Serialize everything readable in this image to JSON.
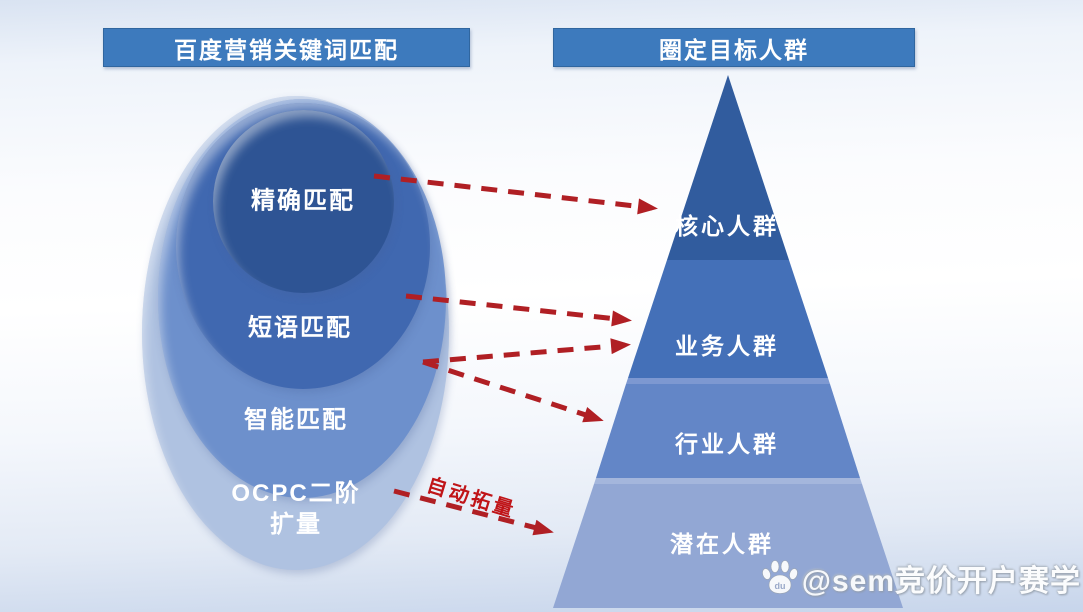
{
  "headers": {
    "left": "百度营销关键词匹配",
    "right": "圈定目标人群"
  },
  "venn": {
    "layers": [
      {
        "id": "exact-match",
        "label": "精确匹配"
      },
      {
        "id": "phrase-match",
        "label": "短语匹配"
      },
      {
        "id": "smart-match",
        "label": "智能匹配"
      },
      {
        "id": "ocpc",
        "line1": "OCPC二阶",
        "line2": "扩量"
      }
    ]
  },
  "pyramid": {
    "levels": [
      {
        "label": "核心人群"
      },
      {
        "label": "业务人群"
      },
      {
        "label": "行业人群"
      },
      {
        "label": "潜在人群"
      }
    ]
  },
  "arrows": {
    "auto_expand_label": "自动拓量"
  },
  "watermark": {
    "handle": "@sem竞价开户赛学",
    "paw_label": "du"
  },
  "colors": {
    "banner_blue": "#3d7abd",
    "arrow_red": "#b01f24",
    "auto_expand_red": "#c01418",
    "venn_layers": [
      "#2e5494",
      "#4068b0",
      "#6d90cc",
      "#afc2e1"
    ],
    "pyramid_levels": [
      "#315c9e",
      "#4470b8",
      "#6386c7",
      "#92a7d4"
    ],
    "pyramid_bevels": [
      "#7d98d1",
      "#a4b6dc"
    ],
    "label_text": "#ffffff"
  }
}
